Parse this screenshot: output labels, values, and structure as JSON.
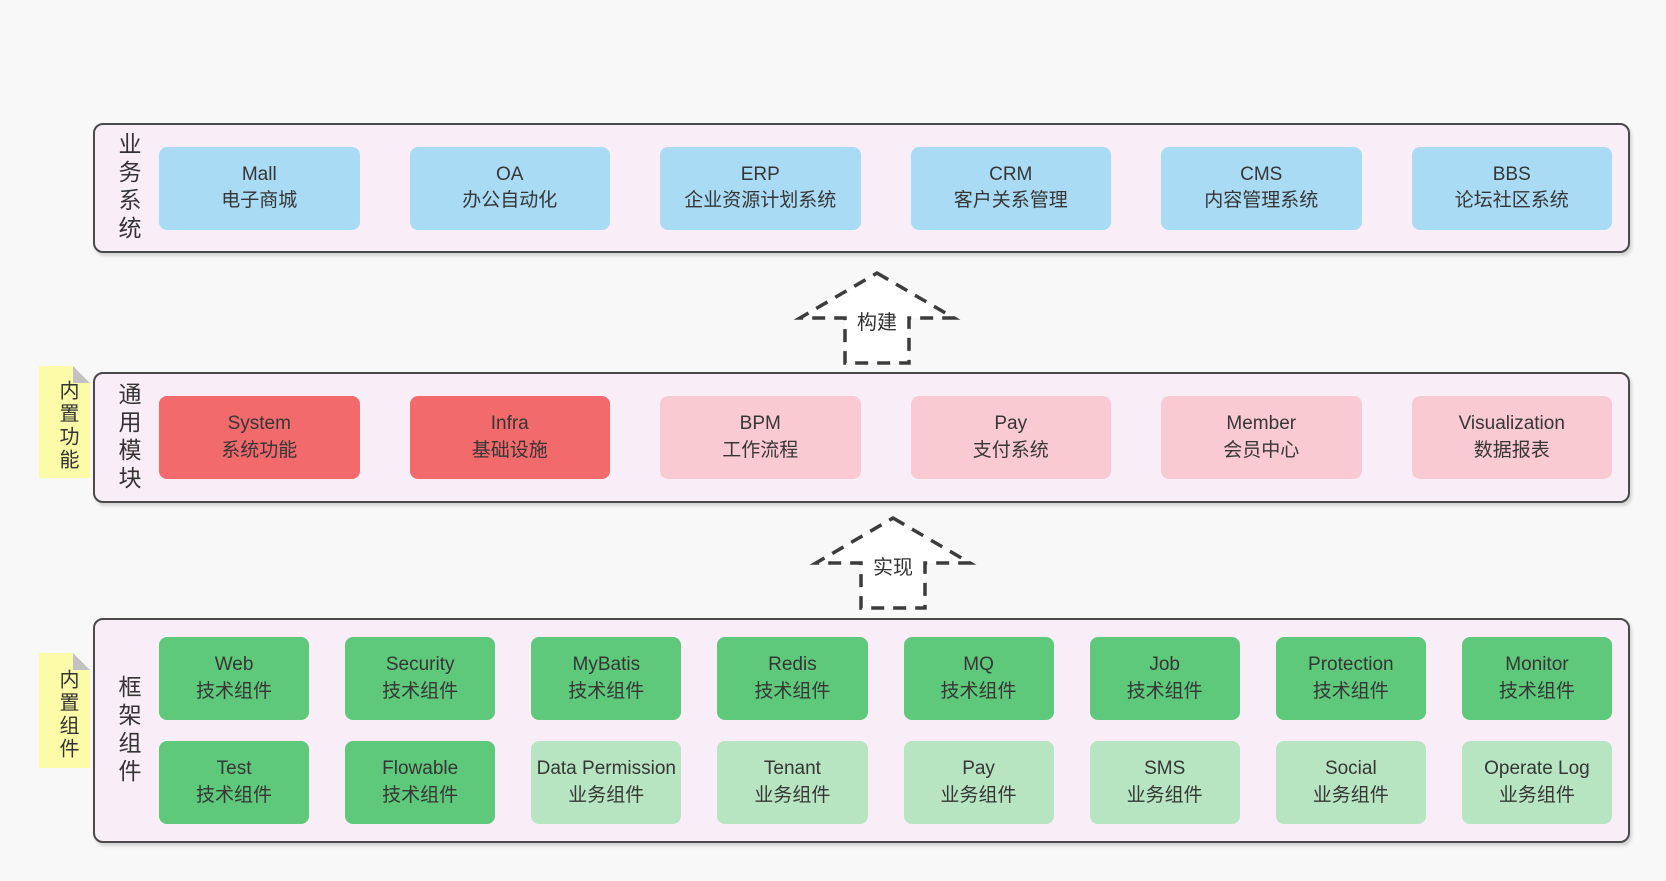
{
  "colors": {
    "page-bg": "#f8f8f8",
    "layer-bg": "#f9eef7",
    "layer-border": "#4a4a4a",
    "text": "#363636",
    "blue": "#a9dbf5",
    "red": "#f26a6c",
    "pink": "#facad3",
    "green": "#5ec97b",
    "lightgreen": "#b7e5c1",
    "note-yellow": "#fbfba8",
    "note-fold": "#c2c2c2",
    "arrow-fill": "#ffffff",
    "arrow-stroke": "#3c3c3c"
  },
  "arrows": {
    "build": "构建",
    "implement": "实现"
  },
  "notes": {
    "features": "内置功能",
    "components": "内置组件"
  },
  "layers": {
    "business": {
      "label": "业务系统",
      "boxes": [
        {
          "title": "Mall",
          "subtitle": "电子商城"
        },
        {
          "title": "OA",
          "subtitle": "办公自动化"
        },
        {
          "title": "ERP",
          "subtitle": "企业资源计划系统"
        },
        {
          "title": "CRM",
          "subtitle": "客户关系管理"
        },
        {
          "title": "CMS",
          "subtitle": "内容管理系统"
        },
        {
          "title": "BBS",
          "subtitle": "论坛社区系统"
        }
      ]
    },
    "modules": {
      "label": "通用模块",
      "boxes": [
        {
          "title": "System",
          "subtitle": "系统功能"
        },
        {
          "title": "Infra",
          "subtitle": "基础设施"
        },
        {
          "title": "BPM",
          "subtitle": "工作流程"
        },
        {
          "title": "Pay",
          "subtitle": "支付系统"
        },
        {
          "title": "Member",
          "subtitle": "会员中心"
        },
        {
          "title": "Visualization",
          "subtitle": "数据报表"
        }
      ]
    },
    "framework": {
      "label": "框架组件",
      "row1": [
        {
          "title": "Web",
          "subtitle": "技术组件"
        },
        {
          "title": "Security",
          "subtitle": "技术组件"
        },
        {
          "title": "MyBatis",
          "subtitle": "技术组件"
        },
        {
          "title": "Redis",
          "subtitle": "技术组件"
        },
        {
          "title": "MQ",
          "subtitle": "技术组件"
        },
        {
          "title": "Job",
          "subtitle": "技术组件"
        },
        {
          "title": "Protection",
          "subtitle": "技术组件"
        },
        {
          "title": "Monitor",
          "subtitle": "技术组件"
        }
      ],
      "row2": [
        {
          "title": "Test",
          "subtitle": "技术组件"
        },
        {
          "title": "Flowable",
          "subtitle": "技术组件"
        },
        {
          "title": "Data Permission",
          "subtitle": "业务组件"
        },
        {
          "title": "Tenant",
          "subtitle": "业务组件"
        },
        {
          "title": "Pay",
          "subtitle": "业务组件"
        },
        {
          "title": "SMS",
          "subtitle": "业务组件"
        },
        {
          "title": "Social",
          "subtitle": "业务组件"
        },
        {
          "title": "Operate Log",
          "subtitle": "业务组件"
        }
      ]
    }
  }
}
